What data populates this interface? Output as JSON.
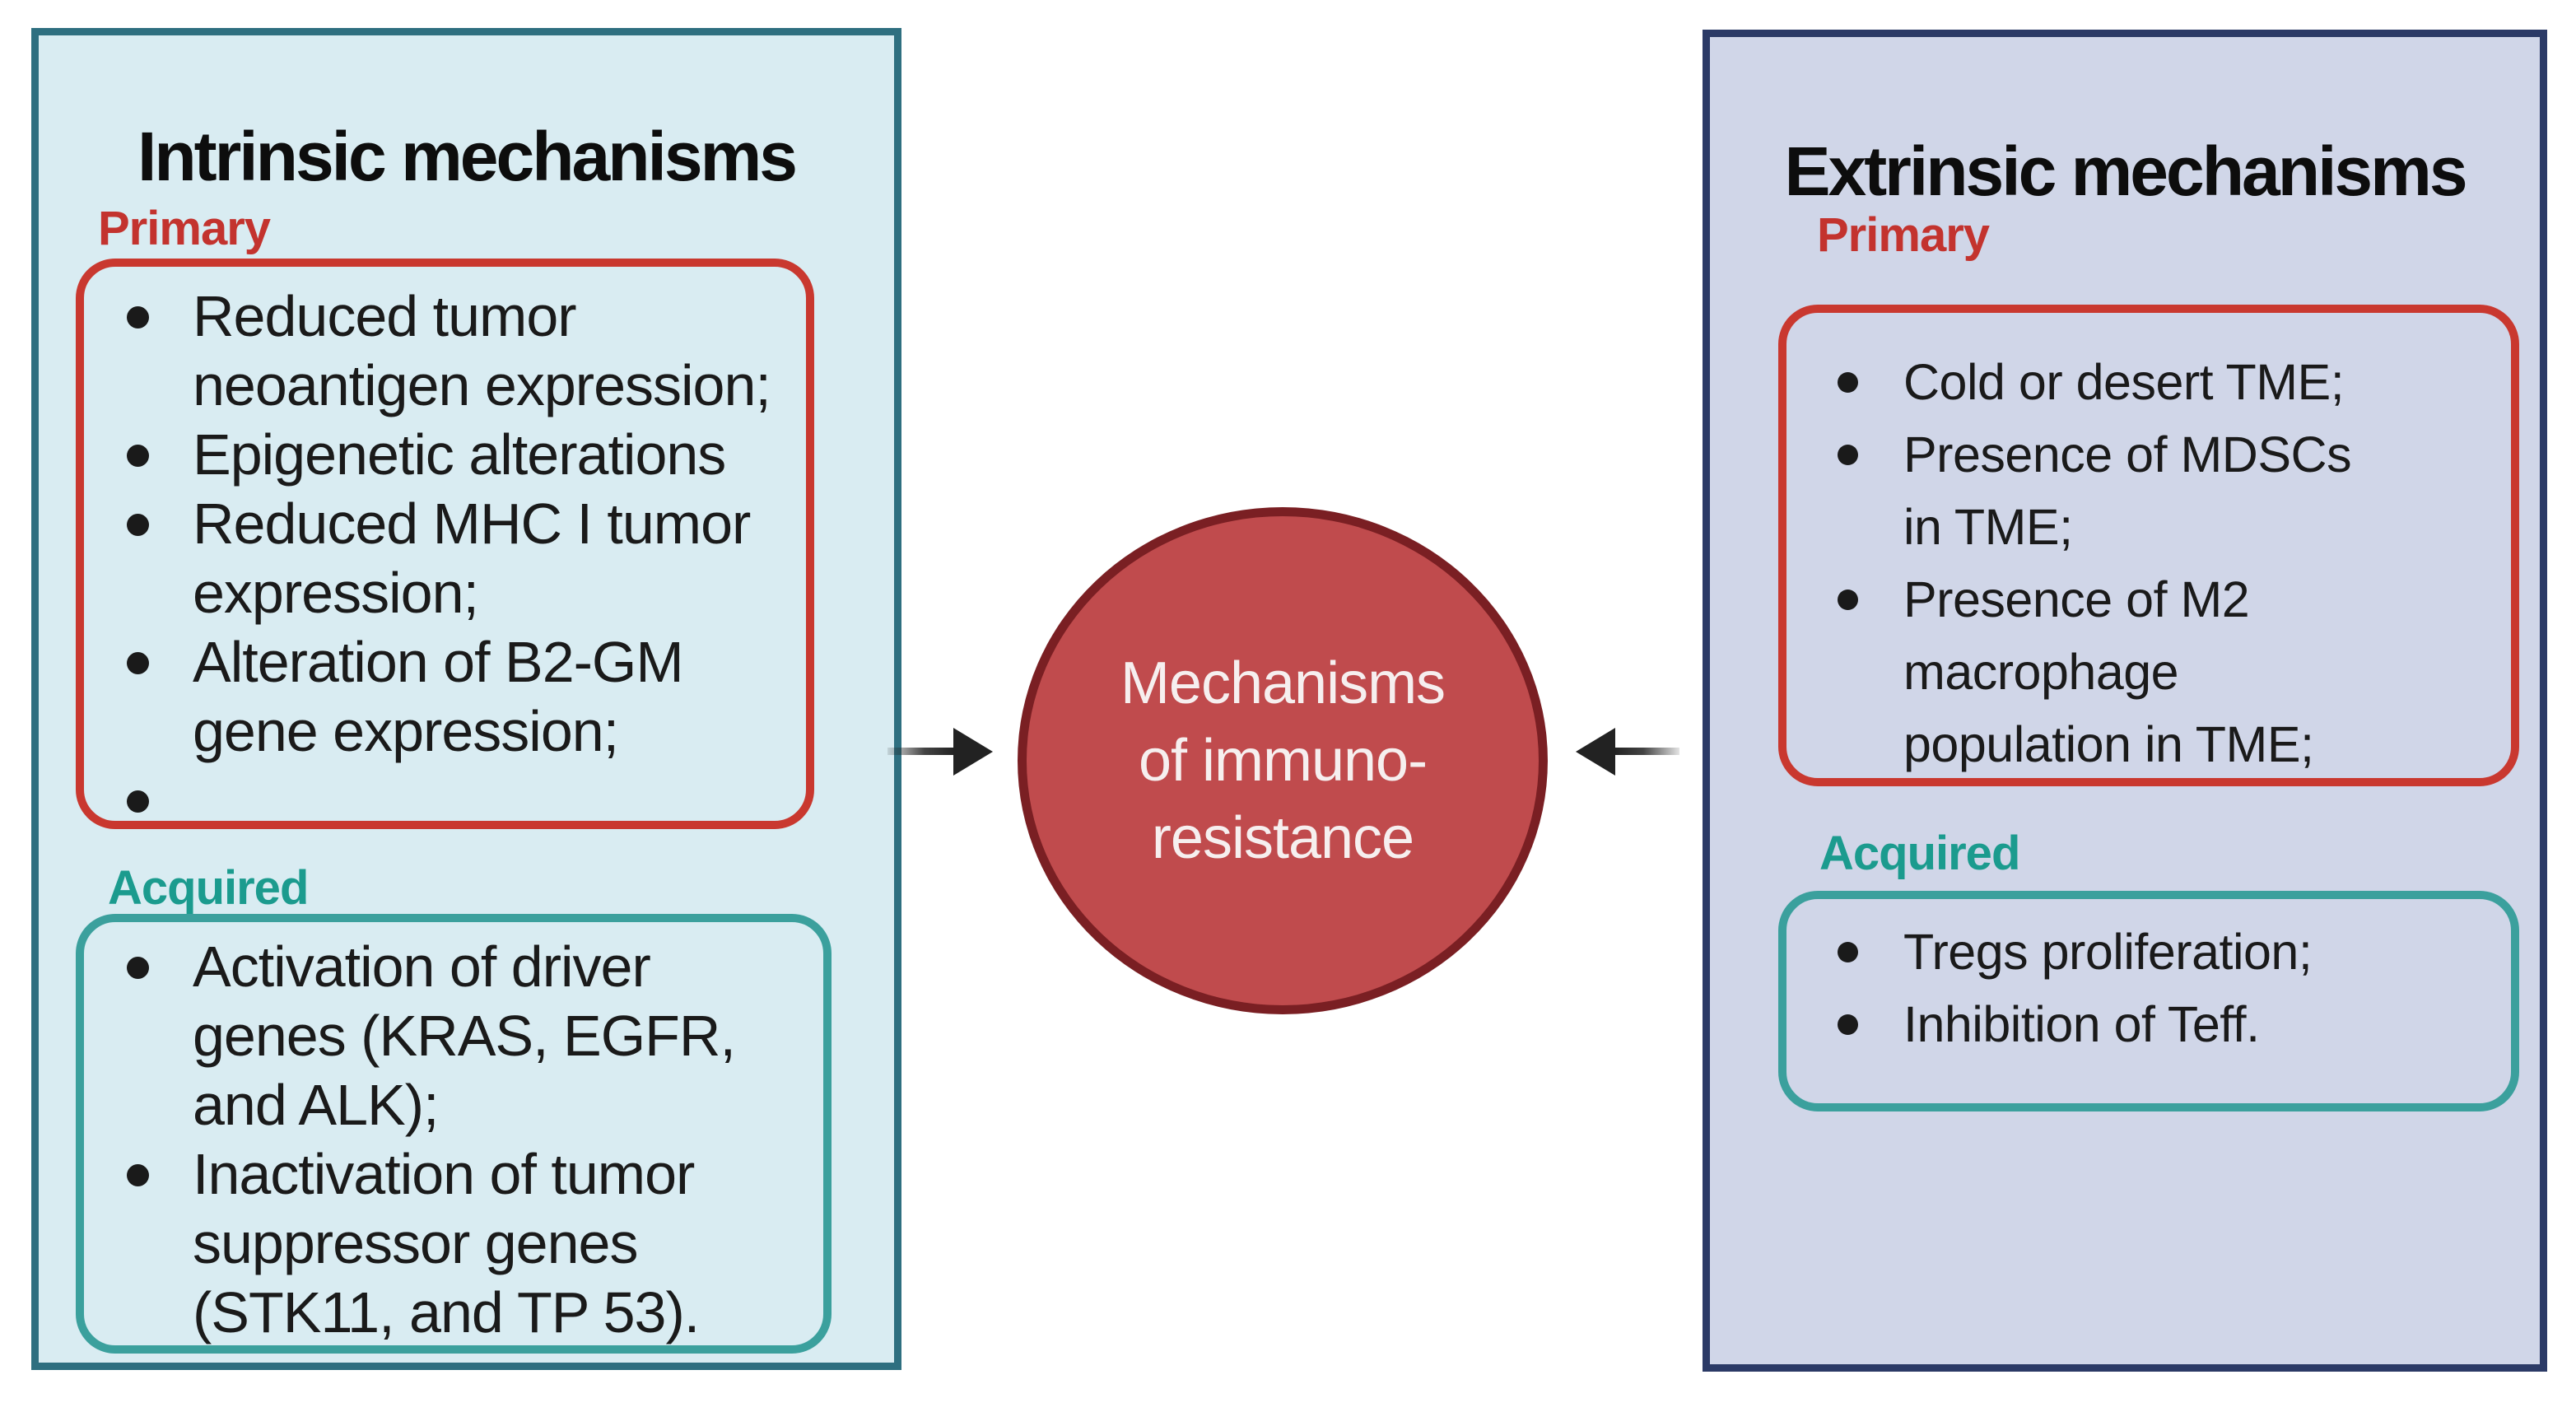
{
  "left_panel": {
    "title": "Intrinsic mechanisms",
    "primary_label": "Primary",
    "primary_bullets": [
      [
        "Reduced tumor",
        "neoantigen expression;"
      ],
      [
        "Epigenetic alterations"
      ],
      [
        "Reduced MHC I tumor",
        "expression;"
      ],
      [
        "Alteration of B2-GM",
        "gene expression;"
      ],
      [
        ""
      ]
    ],
    "acquired_label": "Acquired",
    "acquired_bullets": [
      [
        "Activation of driver",
        "genes (KRAS, EGFR,",
        "and ALK);"
      ],
      [
        "Inactivation of tumor",
        "suppressor genes",
        "(STK11, and TP 53)."
      ]
    ]
  },
  "right_panel": {
    "title": "Extrinsic mechanisms",
    "primary_label": "Primary",
    "primary_bullets": [
      [
        "Cold or desert TME;"
      ],
      [
        "Presence of MDSCs",
        "in TME;"
      ],
      [
        "Presence of M2",
        "macrophage",
        "population in TME;"
      ]
    ],
    "acquired_label": "Acquired",
    "acquired_bullets": [
      [
        "Tregs proliferation;"
      ],
      [
        "Inhibition of Teff."
      ]
    ]
  },
  "center": {
    "circle_lines": [
      "Mechanisms",
      "of immuno-",
      "resistance"
    ]
  },
  "colors": {
    "left_panel_bg": "#d9ecf2",
    "left_panel_border": "#2e6f80",
    "right_panel_bg": "#d0d6e8",
    "right_panel_border": "#2b3a66",
    "primary_box_border": "#c9382f",
    "acquired_box_border": "#3ba09d",
    "primary_label": "#c3332e",
    "acquired_label": "#1b9b8e",
    "circle_fill": "#c04b4d",
    "circle_border": "#7a1f23",
    "circle_text": "#f6efef",
    "body_text": "#1a1a1a",
    "arrow": "#222222"
  }
}
